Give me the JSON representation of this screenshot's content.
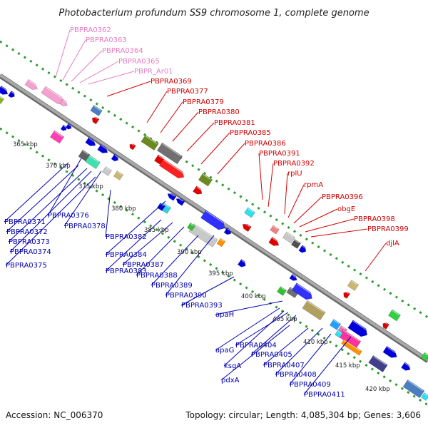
{
  "title": "Photobacterium profundum SS9 chromosome 1, complete genome",
  "accession": "Accession: NC_006370",
  "summary": "Topology: circular; Length: 4,085,304 bp; Genes: 3,606",
  "colors": {
    "backbone": "#8c8c8c",
    "dotted_track": "#2f9a2f",
    "pink": "#f08cc8",
    "red": "#e00000",
    "blue": "#0000cc"
  },
  "kbp_ticks": [
    "365 kbp",
    "370 kbp",
    "375 kbp",
    "380 kbp",
    "385 kbp",
    "390 kbp",
    "395 kbp",
    "400 kbp",
    "405 kbp",
    "410 kbp",
    "415 kbp",
    "420 kbp"
  ],
  "labels_pink": [
    "PBPRA0362",
    "PBPRA0363",
    "PBPRA0364",
    "PBPRA0365",
    "PBPR_Ar01"
  ],
  "labels_red": [
    "PBPRA0369",
    "PBPRA0377",
    "PBPRA0379",
    "PBPRA0380",
    "PBPRA0381",
    "PBPRA0385",
    "PBPRA0386",
    "PBPRA0391",
    "PBPRA0392",
    "rplU",
    "rpmA",
    "PBPRA0396",
    "obgE",
    "PBPRA0398",
    "PBPRA0399",
    "djlA"
  ],
  "labels_blue": [
    "PBPRA0371",
    "PBPRA0372",
    "PBPRA0373",
    "PBPRA0374",
    "PBPRA0375",
    "PBPRA0376",
    "PBPRA0378",
    "PBPRA0382",
    "PBPRA0384",
    "PBPRA0383",
    "PBPRA0387",
    "PBPRA0388",
    "PBPRA0389",
    "PBPRA0390",
    "PBPRA0393",
    "apaH",
    "apaG",
    "PBPRA0404",
    "ksgA",
    "PBPRA0405",
    "pdxA",
    "PBPRA0407",
    "PBPRA0408",
    "PBPRA0409",
    "PBPRA0411"
  ]
}
